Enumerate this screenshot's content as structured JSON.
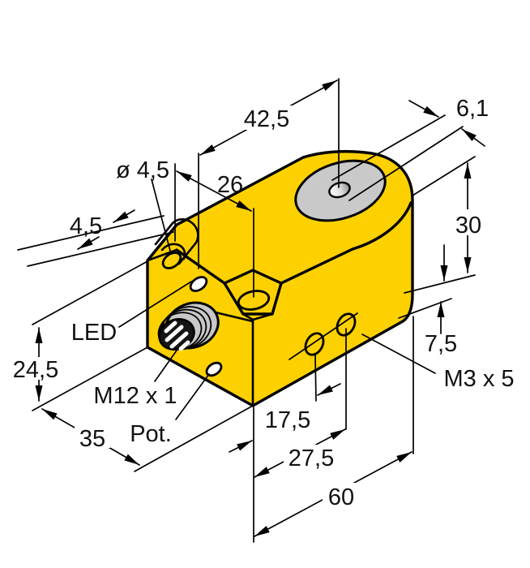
{
  "drawing": {
    "type": "isometric-technical-dimension-drawing",
    "subject": "inductive proximity sensor, rectangular yellow housing with round sensing face",
    "colors": {
      "housing": "#FDD100",
      "sensing_face": "#C9C9C9",
      "connector_thread": "#C8C8C8",
      "connector_face": "#151515",
      "line": "#000000",
      "background": "#FFFFFF"
    },
    "labels": {
      "dim_42_5": "42,5",
      "dim_6_1": "6,1",
      "dim_dia_4_5": "ø 4,5",
      "dim_26": "26",
      "dim_4_5": "4,5",
      "dim_30": "30",
      "led": "LED",
      "dim_24_5": "24,5",
      "m12_thread": "M12 x 1",
      "pot": "Pot.",
      "dim_35": "35",
      "dim_17_5": "17,5",
      "dim_7_5": "7,5",
      "m3_thread": "M3 x 5",
      "dim_27_5": "27,5",
      "dim_60": "60"
    }
  }
}
